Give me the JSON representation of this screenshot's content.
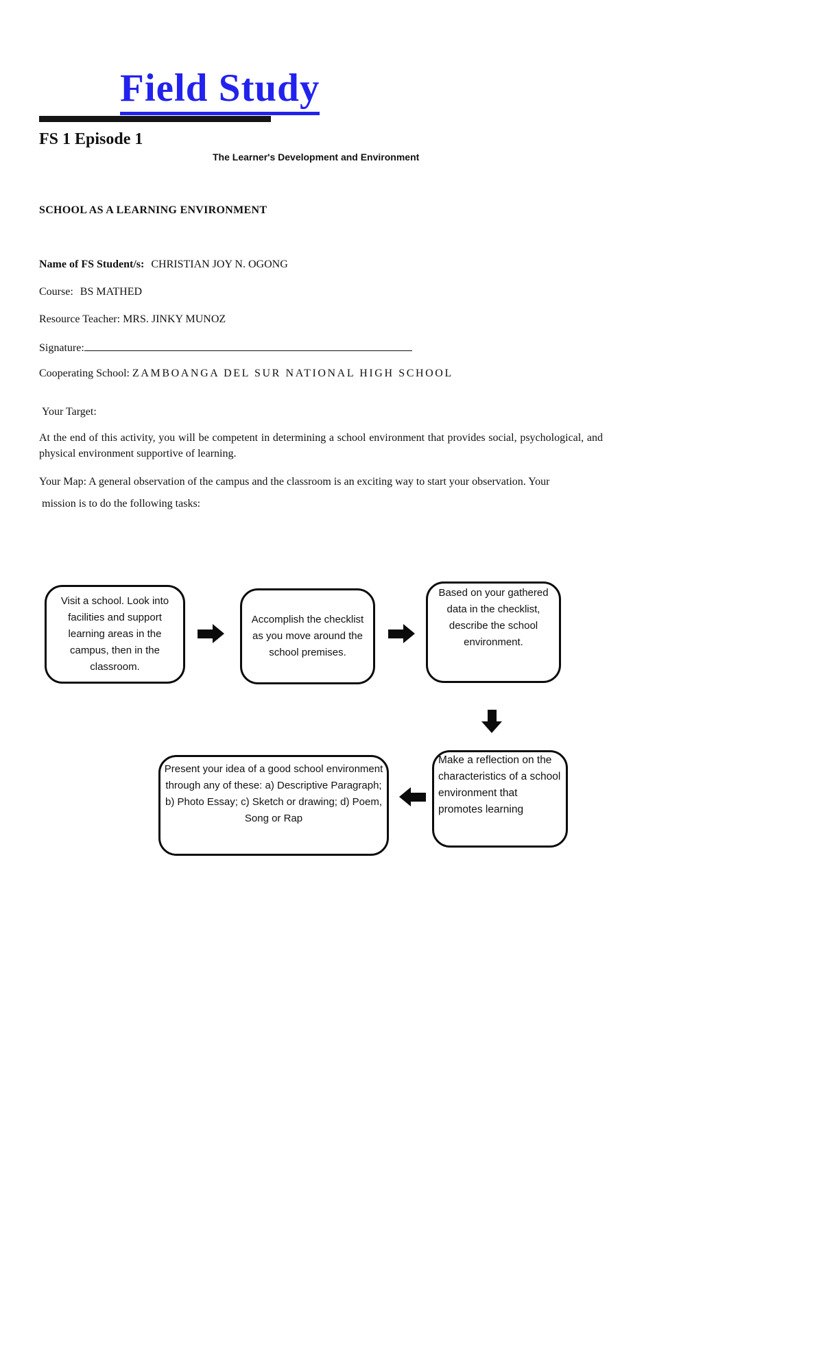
{
  "doc": {
    "title": "Field Study",
    "episode": "FS 1 Episode 1",
    "subtitle": "The Learner's Development and Environment",
    "section": "SCHOOL AS A LEARNING ENVIRONMENT"
  },
  "form": {
    "name_label": "Name of FS Student/s:",
    "name_value": "CHRISTIAN JOY N. OGONG",
    "course_label": "Course:",
    "course_value": "BS MATHED",
    "teacher_label": "Resource Teacher:",
    "teacher_value": "MRS. JINKY MUNOZ",
    "signature_label": "Signature:",
    "school_label": "Cooperating School:",
    "school_value": "ZAMBOANGA DEL SUR NATIONAL HIGH SCHOOL"
  },
  "target": {
    "heading": "Your Target:",
    "body": "At the end of this activity, you will be competent in determining a school environment that provides social, psychological, and physical environment supportive of learning.",
    "map_line1": "Your Map: A general observation of the campus and the classroom is an exciting way to start your observation. Your",
    "map_line2": "mission is to do the following tasks:"
  },
  "flowchart": {
    "boxes": [
      {
        "text": "Visit a school. Look into facilities and support learning areas in the campus, then in the classroom."
      },
      {
        "text": "Accomplish the checklist as you move around the school premises."
      },
      {
        "text": "Based on your gathered data in the checklist, describe the school environment."
      },
      {
        "text": "Make a reflection on the characteristics of a school environment that promotes learning"
      },
      {
        "text": "Present your idea of a good school environment through any of these: a) Descriptive Paragraph; b) Photo Essay; c) Sketch or drawing; d) Poem, Song or Rap"
      }
    ]
  },
  "colors": {
    "title_blue": "#2222ee",
    "ink": "#0b0b0b"
  }
}
